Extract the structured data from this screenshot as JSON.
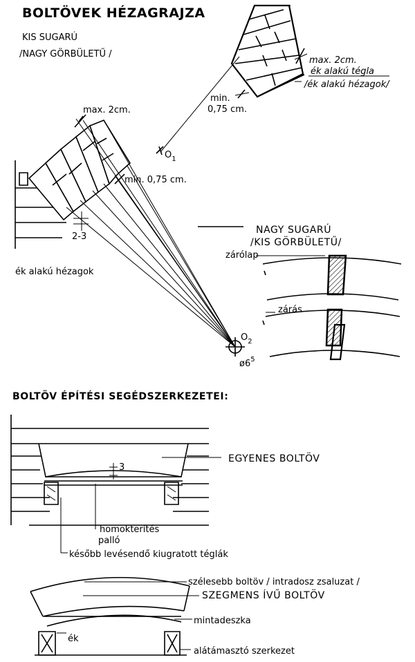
{
  "title": "BOLTÖVEK HÉZAGRAJZA",
  "small_radius": {
    "line1": "KIS SUGARÚ",
    "line2": "/NAGY GÖRBÜLETŰ /",
    "max_gap": "max. 2cm.",
    "wedge_brick_1": "ék alakú tégla",
    "wedge_brick_2": "/ék alakú hézagok/",
    "min_gap_1": "min.",
    "min_gap_2": "0,75 cm.",
    "center": "O",
    "center_sub": "1"
  },
  "large_arch": {
    "max_gap": "max. 2cm.",
    "min_gap": "min. 0,75 cm.",
    "dim": "2-3",
    "wedge_joints": "ék alakú hézagok",
    "center": "O",
    "center_sub": "2",
    "diameter": "ø6",
    "diameter_sup": "5"
  },
  "large_radius": {
    "line1": "NAGY SUGARÚ",
    "line2": "/KIS GÖRBÜLETŰ/",
    "keystone": "zárólap",
    "closing": "zárás"
  },
  "aux_title": "BOLTÖV ÉPÍTÉSI SEGÉDSZERKEZETEI:",
  "flat_arch": {
    "label": "EGYENES BOLTÖV",
    "dim": "3",
    "sand": "homokterítés",
    "post": "palló",
    "bricks": "később levésendő kiugratott téglák"
  },
  "segment_arch": {
    "wider": "szélesebb boltöv / intradosz zsaluzat /",
    "label": "SZEGMENS ÍVŰ BOLTÖV",
    "board": "mintadeszka",
    "wedge": "ék",
    "support": "alátámasztó szerkezet"
  }
}
